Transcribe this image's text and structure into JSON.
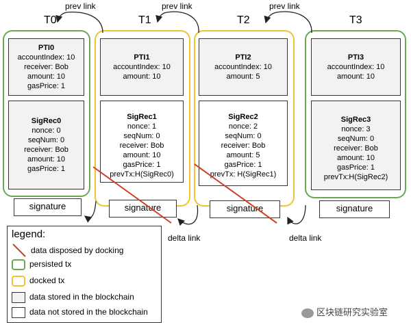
{
  "tx_labels": [
    "T0",
    "T1",
    "T2",
    "T3"
  ],
  "prev_link": "prev link",
  "delta_link": "delta link",
  "signature": "signature",
  "t0": {
    "pti": {
      "title": "PTI0",
      "lines": [
        "accountIndex: 10",
        "receiver: Bob",
        "amount: 10",
        "gasPrice: 1"
      ]
    },
    "sig": {
      "title": "SigRec0",
      "lines": [
        "nonce: 0",
        "seqNum: 0",
        "receiver: Bob",
        "amount: 10",
        "gasPrice: 1"
      ]
    }
  },
  "t1": {
    "pti": {
      "title": "PTI1",
      "lines": [
        "accountIndex: 10",
        "amount: 10"
      ]
    },
    "sig": {
      "title": "SigRec1",
      "lines": [
        "nonce: 1",
        "seqNum: 0",
        "receiver: Bob",
        "amount: 10",
        "gasPrice: 1",
        "prevTx:H(SigRec0)"
      ]
    }
  },
  "t2": {
    "pti": {
      "title": "PTI2",
      "lines": [
        "accountIndex: 10",
        "amount: 5"
      ]
    },
    "sig": {
      "title": "SigRec2",
      "lines": [
        "nonce: 2",
        "seqNum: 0",
        "receiver: Bob",
        "amount: 5",
        "gasPrice: 1",
        "prevTx: H(SigRec1)"
      ]
    }
  },
  "t3": {
    "pti": {
      "title": "PTI3",
      "lines": [
        "accountIndex: 10",
        "amount: 10"
      ]
    },
    "sig": {
      "title": "SigRec3",
      "lines": [
        "nonce: 3",
        "seqNum: 0",
        "receiver: Bob",
        "amount: 10",
        "gasPrice: 1",
        "prevTx:H(SigRec2)"
      ]
    }
  },
  "legend": {
    "title": "legend:",
    "disposed": "data disposed by docking",
    "persisted": "persisted tx",
    "docked": "docked tx",
    "stored": "data stored in the blockchain",
    "not_stored": "data not stored in the blockchain"
  },
  "watermark": "区块链研究实验室",
  "colors": {
    "persisted": "#6aa84f",
    "docked": "#f1c232",
    "disposed": "#cc4125",
    "stored_fill": "#f2f2f2"
  }
}
